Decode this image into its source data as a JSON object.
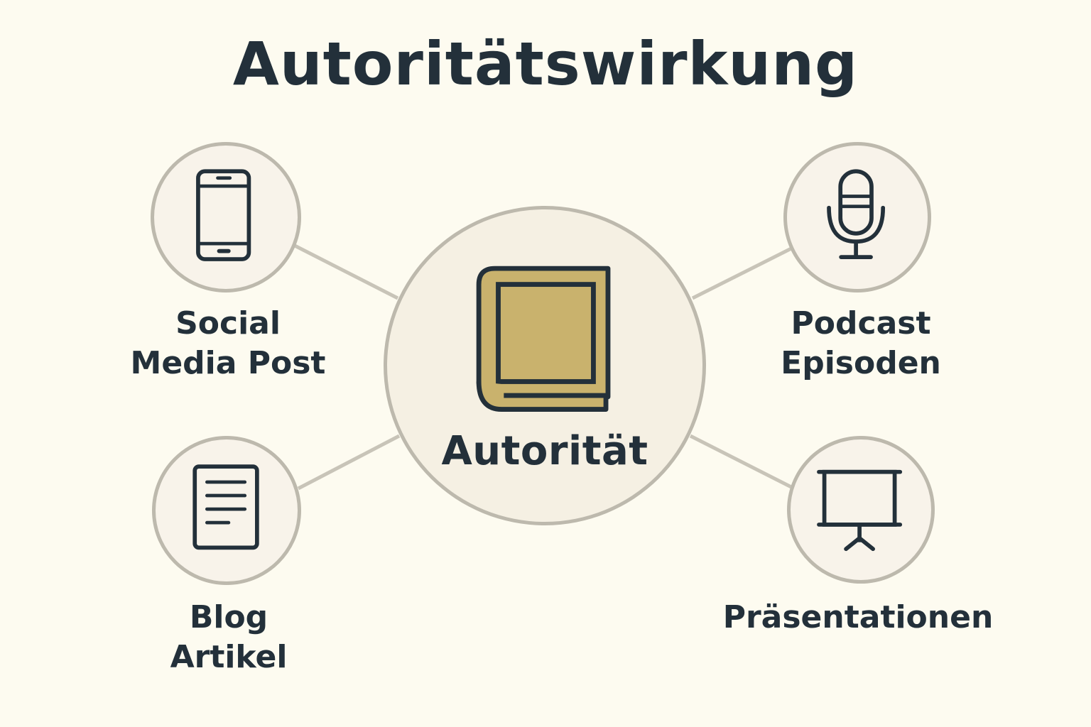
{
  "title": "Autoritätswirkung",
  "center": {
    "label": "Autorität",
    "icon": "book-icon"
  },
  "nodes": [
    {
      "id": "social",
      "label": "Social\nMedia Post",
      "icon": "smartphone-icon"
    },
    {
      "id": "podcast",
      "label": "Podcast\nEpisoden",
      "icon": "microphone-icon"
    },
    {
      "id": "blog",
      "label": "Blog\nArtikel",
      "icon": "document-icon"
    },
    {
      "id": "presentation",
      "label": "Präsentationen",
      "icon": "projector-screen-icon"
    }
  ],
  "colors": {
    "background": "#fdfbf0",
    "text": "#23303a",
    "circle_border": "#bdb9ad",
    "connector": "#c8c4b8",
    "book_fill": "#c9b26d"
  }
}
